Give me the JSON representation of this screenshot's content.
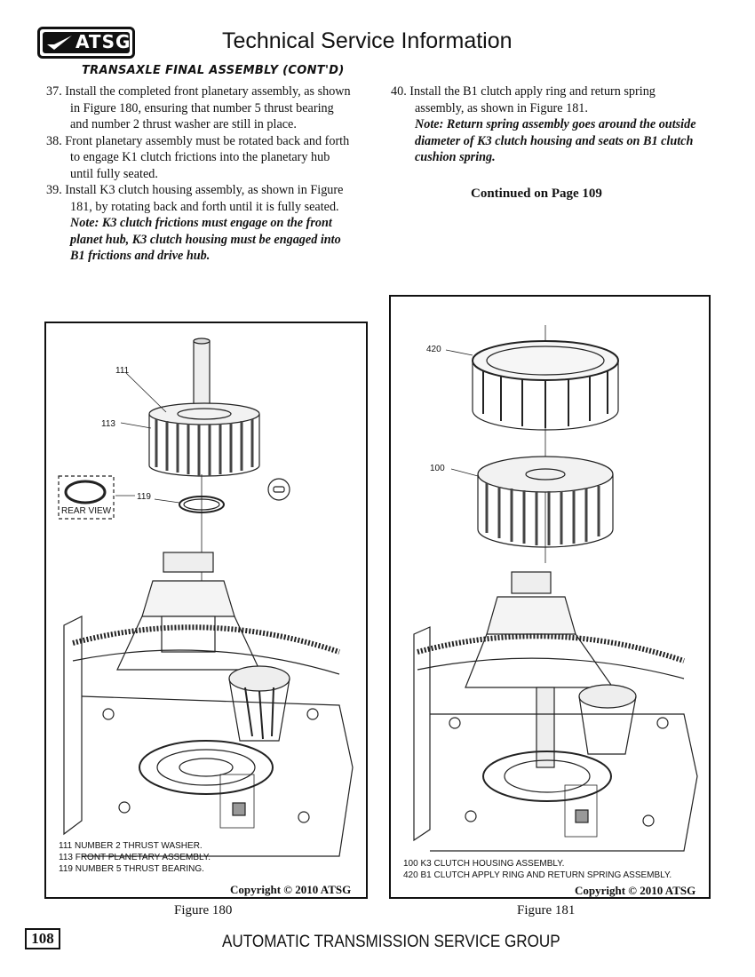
{
  "header": {
    "logo_text": "ATSG",
    "title": "Technical Service Information"
  },
  "section_heading": "TRANSAXLE FINAL ASSEMBLY (CONT'D)",
  "left_column": {
    "step37": "37. Install the completed front planetary assembly, as shown in Figure 180, ensuring that number 5 thrust bearing and number 2 thrust washer are still in place.",
    "step38": "38. Front planetary assembly must be rotated back and forth to engage K1 clutch frictions into the planetary hub until fully seated.",
    "step39": "39. Install K3 clutch housing assembly, as shown in Figure 181, by rotating back and forth until it is fully seated.",
    "note39": "Note: K3 clutch frictions must engage on the front planet hub, K3 clutch housing must be engaged into B1 frictions and drive hub."
  },
  "right_column": {
    "step40": "40. Install the B1 clutch apply ring and return spring assembly, as shown in Figure 181.",
    "note40": "Note: Return spring assembly goes around the outside diameter of K3 clutch housing and seats on B1 clutch cushion spring.",
    "continued": "Continued on Page 109"
  },
  "figure180": {
    "callouts": {
      "c111": "111",
      "c113": "113",
      "c119": "119",
      "rear_view": "REAR VIEW"
    },
    "legend": [
      "111  NUMBER 2 THRUST WASHER.",
      "113  FRONT PLANETARY ASSEMBLY.",
      "119  NUMBER 5 THRUST BEARING."
    ],
    "copyright": "Copyright © 2010 ATSG",
    "caption": "Figure 180"
  },
  "figure181": {
    "callouts": {
      "c420": "420",
      "c100": "100"
    },
    "legend": [
      "100  K3 CLUTCH HOUSING ASSEMBLY.",
      "420  B1 CLUTCH APPLY RING AND RETURN SPRING ASSEMBLY."
    ],
    "copyright": "Copyright © 2010 ATSG",
    "caption": "Figure 181"
  },
  "footer": {
    "page_number": "108",
    "org": "AUTOMATIC TRANSMISSION SERVICE GROUP"
  }
}
